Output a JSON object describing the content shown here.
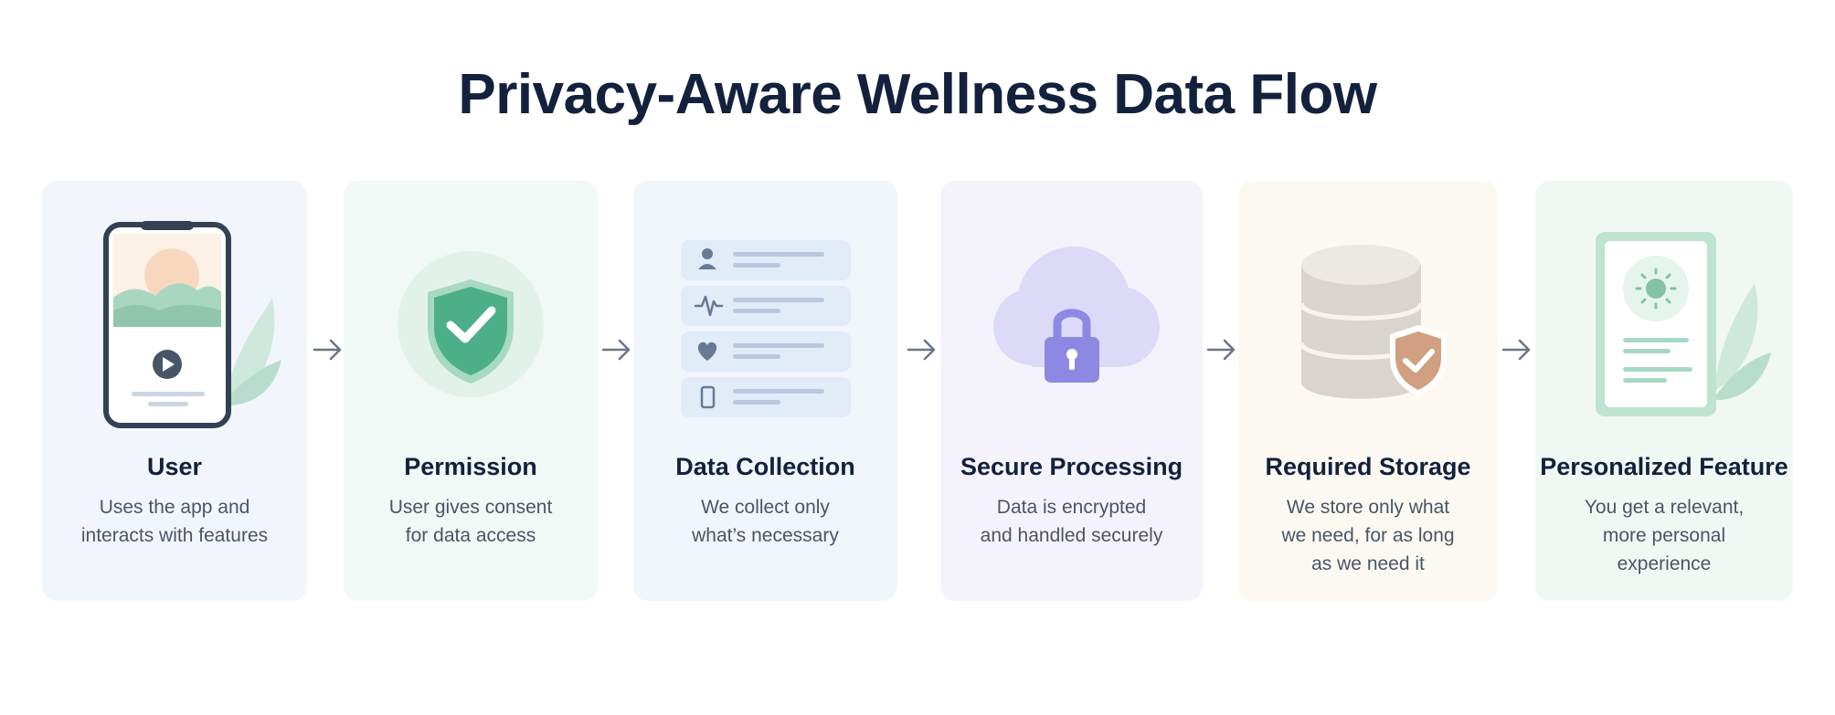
{
  "title": "Privacy-Aware Wellness Data Flow",
  "colors": {
    "title": "#13213d",
    "text": "#4b5566",
    "green_accent": "#4caf8a",
    "purple_accent": "#8f88e3",
    "tan_accent": "#d0a080",
    "arrow": "#6b7585"
  },
  "steps": [
    {
      "icon": "smartphone-icon",
      "label": "User",
      "desc_lines": [
        "Uses the app and",
        "interacts with features"
      ]
    },
    {
      "icon": "shield-check-icon",
      "label": "Permission",
      "desc_lines": [
        "User gives consent",
        "for data access"
      ]
    },
    {
      "icon": "data-list-icon",
      "label": "Data Collection",
      "desc_lines": [
        "We collect only",
        "what’s necessary"
      ]
    },
    {
      "icon": "cloud-lock-icon",
      "label": "Secure Processing",
      "desc_lines": [
        "Data is encrypted",
        "and handled securely"
      ]
    },
    {
      "icon": "database-shield-icon",
      "label": "Required Storage",
      "desc_lines": [
        "We store only what",
        "we need, for as long",
        "as we need it"
      ]
    },
    {
      "icon": "personalized-screen-icon",
      "label": "Personalized Feature",
      "desc_lines": [
        "You get a relevant,",
        "more personal",
        "experience"
      ]
    }
  ]
}
